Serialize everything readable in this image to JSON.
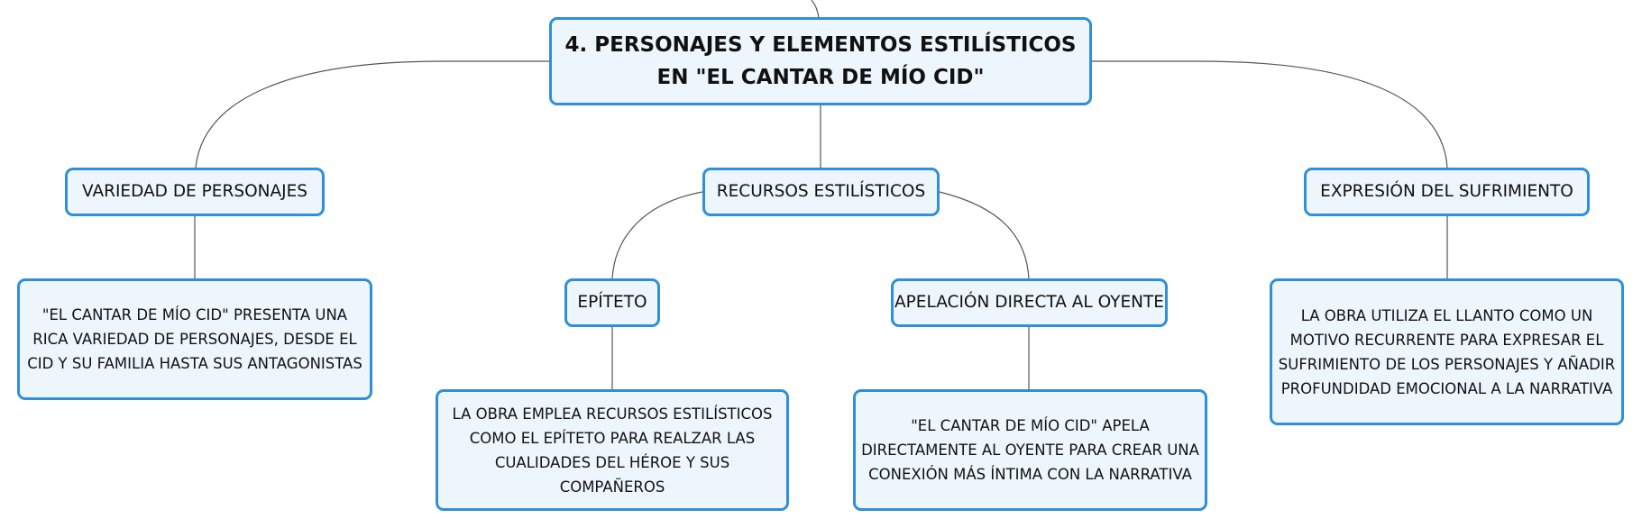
{
  "mindmap": {
    "central": "4. PERSONAJES Y ELEMENTOS ESTILÍSTICOS EN \"EL CANTAR DE MÍO CID\"",
    "branches": {
      "personajes": {
        "label": "VARIEDAD DE PERSONAJES",
        "detail": "\"EL CANTAR DE MÍO CID\" PRESENTA UNA RICA VARIEDAD DE PERSONAJES, DESDE EL CID Y SU FAMILIA HASTA SUS ANTAGONISTAS"
      },
      "recursos": {
        "label": "RECURSOS ESTILÍSTICOS",
        "epiteto": {
          "label": "EPÍTETO",
          "detail": "LA OBRA EMPLEA RECURSOS ESTILÍSTICOS COMO EL EPÍTETO PARA REALZAR LAS CUALIDADES DEL HÉROE Y SUS COMPAÑEROS"
        },
        "apelacion": {
          "label": "APELACIÓN DIRECTA AL OYENTE",
          "detail": "\"EL CANTAR DE MÍO CID\" APELA DIRECTAMENTE AL OYENTE PARA CREAR UNA CONEXIÓN MÁS ÍNTIMA CON LA NARRATIVA"
        }
      },
      "sufrimiento": {
        "label": "EXPRESIÓN DEL SUFRIMIENTO",
        "detail": "LA OBRA UTILIZA EL LLANTO COMO UN MOTIVO RECURRENTE PARA EXPRESAR EL SUFRIMIENTO DE LOS PERSONAJES Y AÑADIR PROFUNDIDAD EMOCIONAL A LA NARRATIVA"
      }
    }
  },
  "colors": {
    "node_border": "#2f8fd8",
    "node_fill": "#eef6fd",
    "connector": "#555555"
  }
}
